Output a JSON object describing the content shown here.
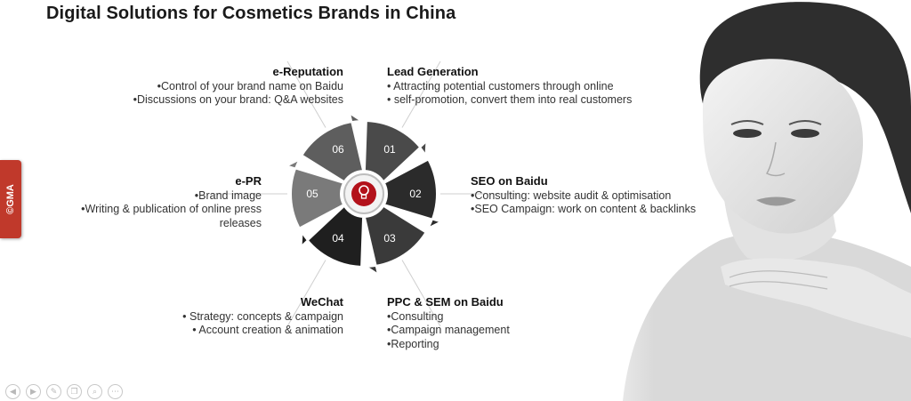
{
  "title": "Digital Solutions for Cosmetics Brands in China",
  "side_tab": "©GMA",
  "segments": [
    {
      "num": "01",
      "heading": "Lead Generation",
      "items": [
        "•  Attracting potential customers through online",
        "•  self-promotion, convert them into real  customers"
      ]
    },
    {
      "num": "02",
      "heading": "SEO on Baidu",
      "items": [
        "•Consulting: website audit & optimisation",
        "•SEO Campaign: work on content & backlinks"
      ]
    },
    {
      "num": "03",
      "heading": "PPC & SEM on Baidu",
      "items": [
        "•Consulting",
        "•Campaign management",
        "•Reporting"
      ]
    },
    {
      "num": "04",
      "heading": "WeChat",
      "items": [
        "•  Strategy: concepts & campaign",
        "•  Account creation & animation"
      ]
    },
    {
      "num": "05",
      "heading": "e-PR",
      "items": [
        "•Brand image",
        "•Writing & publication of online press releases"
      ]
    },
    {
      "num": "06",
      "heading": "e-Reputation",
      "items": [
        "•Control of your brand name on Baidu",
        "•Discussions on your brand: Q&A websites"
      ]
    }
  ],
  "colors": {
    "accent": "#b3121b",
    "seg01": "#4a4a4a",
    "seg02": "#2b2b2b",
    "seg03": "#3a3a3a",
    "seg04": "#1f1f1f",
    "seg05": "#7a7a7a",
    "seg06": "#5e5e5e"
  },
  "center_icon": "lightbulb-icon",
  "nav_icons": [
    "back-icon",
    "forward-icon",
    "pen-icon",
    "copy-icon",
    "zoom-icon",
    "more-icon"
  ]
}
